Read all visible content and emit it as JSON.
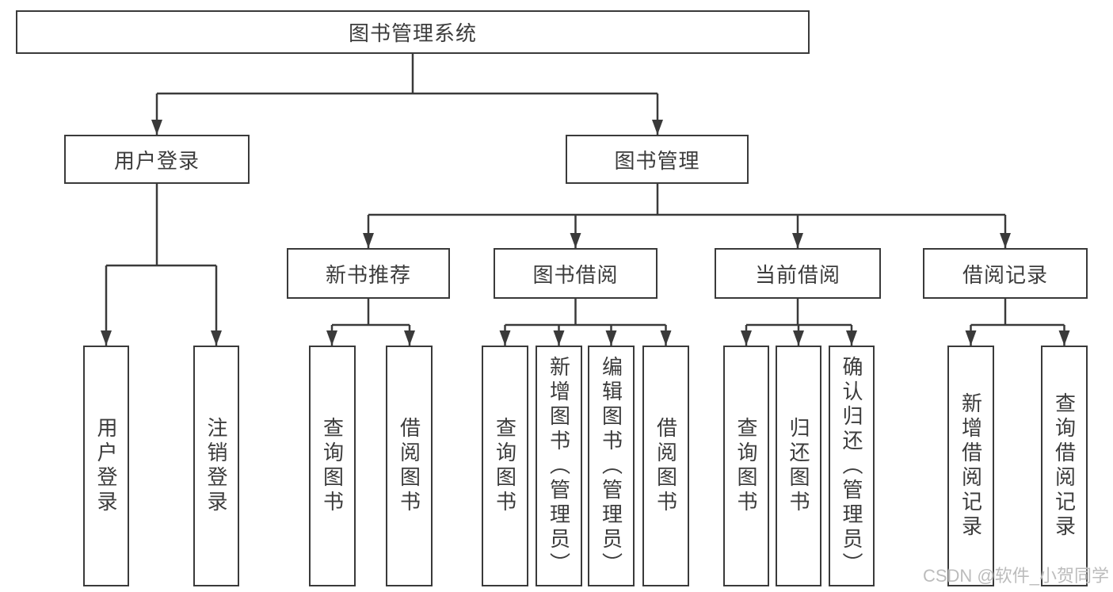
{
  "diagram": {
    "title": "图书管理系统",
    "tree": {
      "root": {
        "label": "图书管理系统"
      },
      "branches": [
        {
          "label": "用户登录",
          "children": [
            {
              "label": "用户登录"
            },
            {
              "label": "注销登录"
            }
          ]
        },
        {
          "label": "图书管理",
          "children": [
            {
              "label": "新书推荐",
              "children": [
                {
                  "label": "查询图书"
                },
                {
                  "label": "借阅图书"
                }
              ]
            },
            {
              "label": "图书借阅",
              "children": [
                {
                  "label": "查询图书"
                },
                {
                  "label": "新增图书（管理员）"
                },
                {
                  "label": "编辑图书（管理员）"
                },
                {
                  "label": "借阅图书"
                }
              ]
            },
            {
              "label": "当前借阅",
              "children": [
                {
                  "label": "查询图书"
                },
                {
                  "label": "归还图书"
                },
                {
                  "label": "确认归还（管理员）"
                }
              ]
            },
            {
              "label": "借阅记录",
              "children": [
                {
                  "label": "新增借阅记录"
                },
                {
                  "label": "查询借阅记录"
                }
              ]
            }
          ]
        }
      ]
    },
    "colors": {
      "line": "#3a3a3a",
      "box_border": "#3a3a3a",
      "text": "#3c3c3c",
      "background": "#ffffff",
      "watermark": "#bcbcbc"
    }
  },
  "watermark": "CSDN @软件_小贺同学"
}
